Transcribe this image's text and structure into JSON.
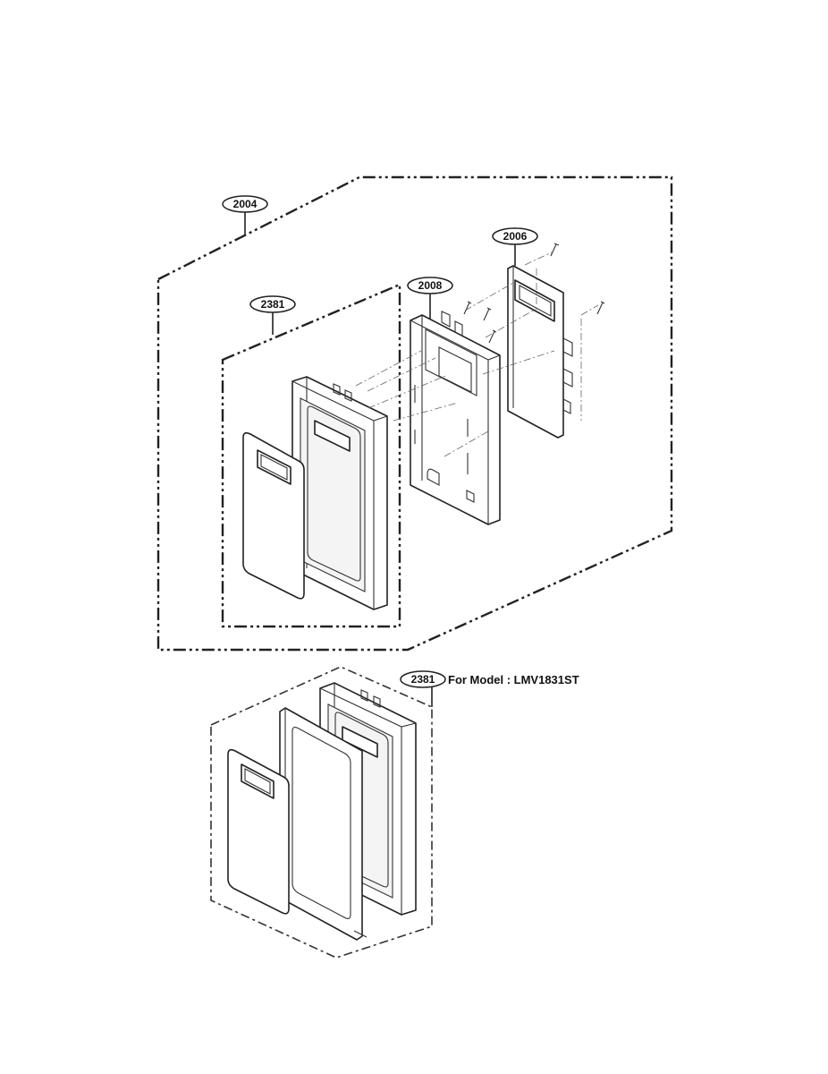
{
  "callouts": {
    "assembly": "2004",
    "pcb": "2006",
    "frame": "2008",
    "panel_upper": "2381",
    "panel_lower": "2381"
  },
  "model_note": "For Model : LMV1831ST"
}
